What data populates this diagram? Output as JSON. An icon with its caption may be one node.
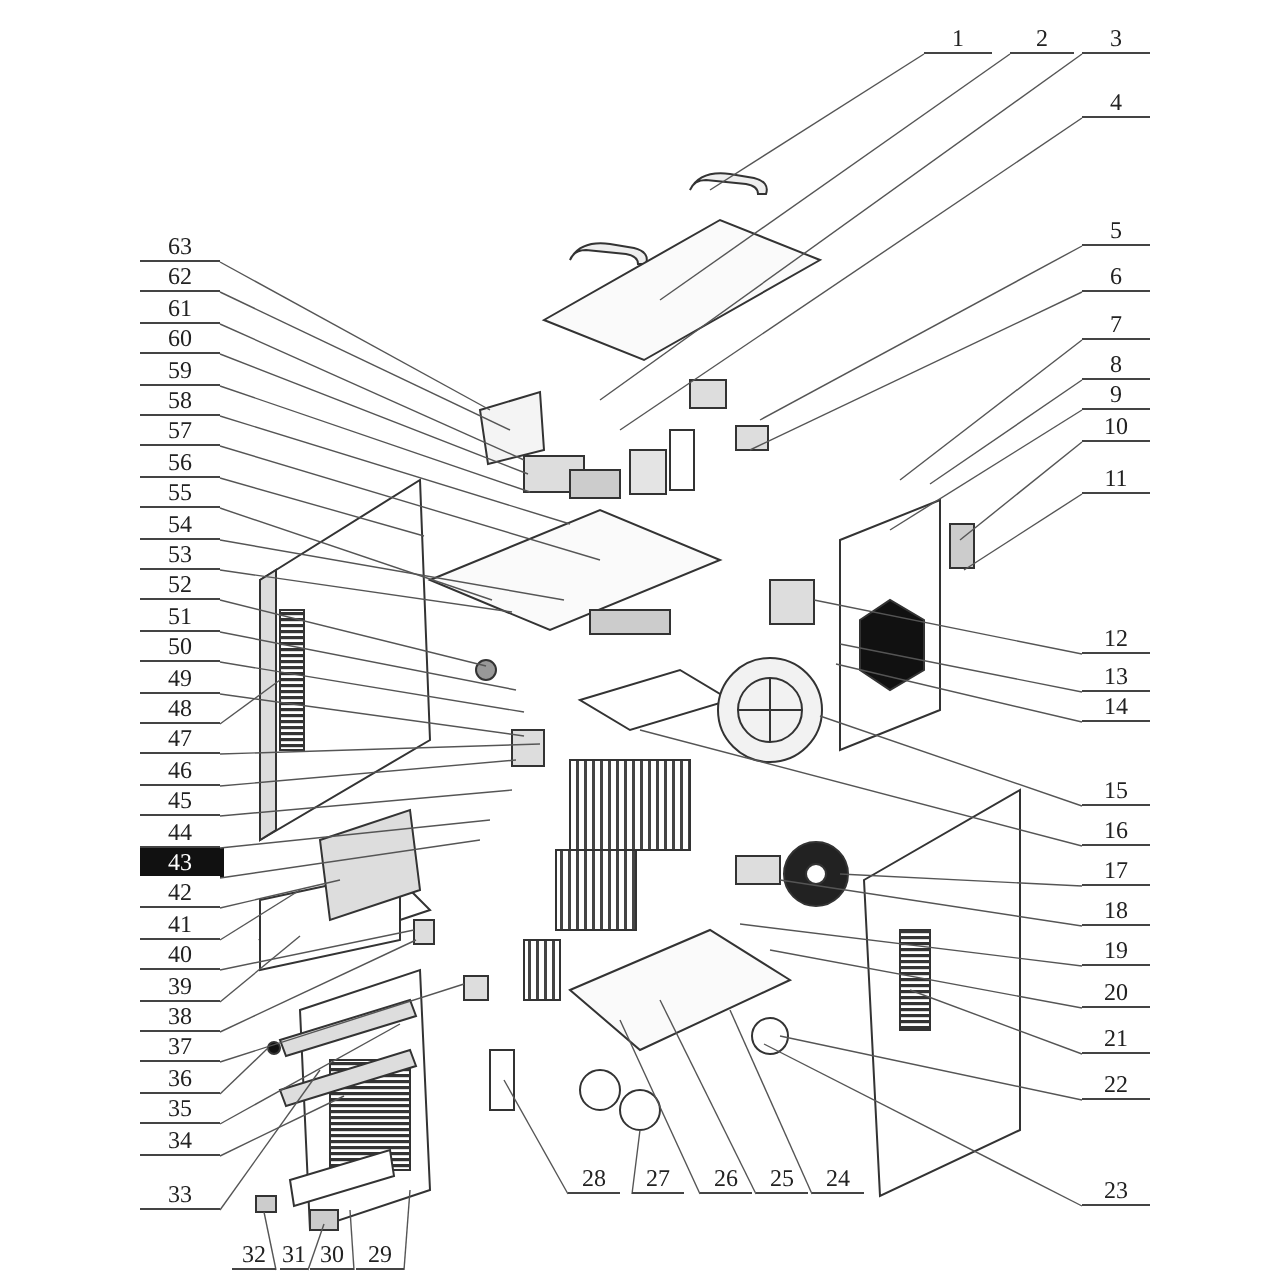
{
  "diagram": {
    "nodes": [
      {
        "text": [
          "1"
        ]
      },
      {
        "text": [
          "2"
        ]
      },
      {
        "text": [
          "3"
        ]
      },
      {
        "text": [
          "4"
        ]
      },
      {
        "text": [
          "5"
        ]
      },
      {
        "text": [
          "6"
        ]
      },
      {
        "text": [
          "7"
        ]
      },
      {
        "text": [
          "8"
        ]
      },
      {
        "text": [
          "9"
        ]
      },
      {
        "text": [
          "10"
        ]
      },
      {
        "text": [
          "11"
        ]
      },
      {
        "text": [
          "12"
        ]
      },
      {
        "text": [
          "13"
        ]
      },
      {
        "text": [
          "14"
        ]
      },
      {
        "text": [
          "15"
        ]
      },
      {
        "text": [
          "16"
        ]
      },
      {
        "text": [
          "17"
        ]
      },
      {
        "text": [
          "18"
        ]
      },
      {
        "text": [
          "19"
        ]
      },
      {
        "text": [
          "20"
        ]
      },
      {
        "text": [
          "21"
        ]
      },
      {
        "text": [
          "22"
        ]
      },
      {
        "text": [
          "23"
        ]
      },
      {
        "text": [
          "24"
        ]
      },
      {
        "text": [
          "25"
        ]
      },
      {
        "text": [
          "26"
        ]
      },
      {
        "text": [
          "27"
        ]
      },
      {
        "text": [
          "28"
        ]
      },
      {
        "text": [
          "29"
        ]
      },
      {
        "text": [
          "30"
        ]
      },
      {
        "text": [
          "31"
        ]
      },
      {
        "text": [
          "32"
        ]
      },
      {
        "text": [
          "33"
        ]
      },
      {
        "text": [
          "34"
        ]
      },
      {
        "text": [
          "35"
        ]
      },
      {
        "text": [
          "36"
        ]
      },
      {
        "text": [
          "37"
        ]
      },
      {
        "text": [
          "38"
        ]
      },
      {
        "text": [
          "39"
        ]
      },
      {
        "text": [
          "40"
        ]
      },
      {
        "text": [
          "41"
        ]
      },
      {
        "text": [
          "42"
        ]
      },
      {
        "text": [
          "43"
        ]
      },
      {
        "text": [
          "44"
        ]
      },
      {
        "text": [
          "45"
        ]
      },
      {
        "text": [
          "46"
        ]
      },
      {
        "text": [
          "47"
        ]
      },
      {
        "text": [
          "48"
        ]
      },
      {
        "text": [
          "49"
        ]
      },
      {
        "text": [
          "50"
        ]
      },
      {
        "text": [
          "51"
        ]
      },
      {
        "text": [
          "52"
        ]
      },
      {
        "text": [
          "53"
        ]
      },
      {
        "text": [
          "54"
        ]
      },
      {
        "text": [
          "55"
        ]
      },
      {
        "text": [
          "56"
        ]
      },
      {
        "text": [
          "57"
        ]
      },
      {
        "text": [
          "58"
        ]
      },
      {
        "text": [
          "59"
        ]
      },
      {
        "text": [
          "60"
        ]
      },
      {
        "text": [
          "61"
        ]
      },
      {
        "text": [
          "62"
        ]
      },
      {
        "text": [
          "63"
        ]
      }
    ],
    "edges": [
      {
        "from": 0,
        "to": null,
        "arrow": "none"
      },
      {
        "from": 1,
        "to": null,
        "arrow": "none"
      },
      {
        "from": 2,
        "to": null,
        "arrow": "none"
      },
      {
        "from": 3,
        "to": null,
        "arrow": "none"
      },
      {
        "from": 4,
        "to": null,
        "arrow": "none"
      },
      {
        "from": 5,
        "to": null,
        "arrow": "none"
      },
      {
        "from": 6,
        "to": null,
        "arrow": "none"
      },
      {
        "from": 7,
        "to": null,
        "arrow": "none"
      },
      {
        "from": 8,
        "to": null,
        "arrow": "none"
      },
      {
        "from": 9,
        "to": null,
        "arrow": "none"
      },
      {
        "from": 10,
        "to": null,
        "arrow": "none"
      },
      {
        "from": 11,
        "to": null,
        "arrow": "none"
      },
      {
        "from": 12,
        "to": null,
        "arrow": "none"
      },
      {
        "from": 13,
        "to": null,
        "arrow": "none"
      },
      {
        "from": 14,
        "to": null,
        "arrow": "none"
      },
      {
        "from": 15,
        "to": null,
        "arrow": "none"
      },
      {
        "from": 16,
        "to": null,
        "arrow": "none"
      },
      {
        "from": 17,
        "to": null,
        "arrow": "none"
      },
      {
        "from": 18,
        "to": null,
        "arrow": "none"
      },
      {
        "from": 19,
        "to": null,
        "arrow": "none"
      },
      {
        "from": 20,
        "to": null,
        "arrow": "none"
      },
      {
        "from": 21,
        "to": null,
        "arrow": "none"
      },
      {
        "from": 22,
        "to": null,
        "arrow": "none"
      },
      {
        "from": 23,
        "to": null,
        "arrow": "none"
      },
      {
        "from": 24,
        "to": null,
        "arrow": "none"
      },
      {
        "from": 25,
        "to": null,
        "arrow": "none"
      },
      {
        "from": 26,
        "to": null,
        "arrow": "none"
      },
      {
        "from": 27,
        "to": null,
        "arrow": "none"
      },
      {
        "from": 28,
        "to": null,
        "arrow": "none"
      },
      {
        "from": 29,
        "to": null,
        "arrow": "none"
      },
      {
        "from": 30,
        "to": null,
        "arrow": "none"
      },
      {
        "from": 31,
        "to": null,
        "arrow": "none"
      },
      {
        "from": 32,
        "to": null,
        "arrow": "none"
      },
      {
        "from": 33,
        "to": null,
        "arrow": "none"
      },
      {
        "from": 34,
        "to": null,
        "arrow": "none"
      },
      {
        "from": 35,
        "to": null,
        "arrow": "none"
      },
      {
        "from": 36,
        "to": null,
        "arrow": "none"
      },
      {
        "from": 37,
        "to": null,
        "arrow": "none"
      },
      {
        "from": 38,
        "to": null,
        "arrow": "none"
      },
      {
        "from": 39,
        "to": null,
        "arrow": "none"
      },
      {
        "from": 40,
        "to": null,
        "arrow": "none"
      },
      {
        "from": 41,
        "to": null,
        "arrow": "none"
      },
      {
        "from": 42,
        "to": null,
        "arrow": "none"
      },
      {
        "from": 43,
        "to": null,
        "arrow": "none"
      },
      {
        "from": 44,
        "to": null,
        "arrow": "none"
      },
      {
        "from": 45,
        "to": null,
        "arrow": "none"
      },
      {
        "from": 46,
        "to": null,
        "arrow": "none"
      },
      {
        "from": 47,
        "to": null,
        "arrow": "none"
      },
      {
        "from": 48,
        "to": null,
        "arrow": "none"
      },
      {
        "from": 49,
        "to": null,
        "arrow": "none"
      },
      {
        "from": 50,
        "to": null,
        "arrow": "none"
      },
      {
        "from": 51,
        "to": null,
        "arrow": "none"
      },
      {
        "from": 52,
        "to": null,
        "arrow": "none"
      },
      {
        "from": 53,
        "to": null,
        "arrow": "none"
      },
      {
        "from": 54,
        "to": null,
        "arrow": "none"
      },
      {
        "from": 55,
        "to": null,
        "arrow": "none"
      },
      {
        "from": 56,
        "to": null,
        "arrow": "none"
      },
      {
        "from": 57,
        "to": null,
        "arrow": "none"
      },
      {
        "from": 58,
        "to": null,
        "arrow": "none"
      },
      {
        "from": 59,
        "to": null,
        "arrow": "none"
      },
      {
        "from": 60,
        "to": null,
        "arrow": "none"
      },
      {
        "from": 61,
        "to": null,
        "arrow": "none"
      },
      {
        "from": 62,
        "to": null,
        "arrow": "none"
      }
    ]
  }
}
